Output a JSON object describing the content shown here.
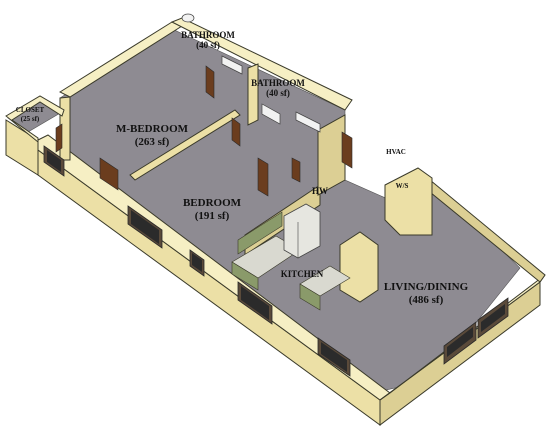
{
  "colors": {
    "floor": "#8e8b92",
    "wall_top": "#f6efc4",
    "wall_face": "#ece0a6",
    "background": "#ffffff"
  },
  "rooms": [
    {
      "id": "bathroom1",
      "name": "BATHROOM",
      "area": "(40 sf)"
    },
    {
      "id": "bathroom2",
      "name": "BATHROOM",
      "area": "(40 sf)"
    },
    {
      "id": "closet",
      "name": "CLOSET",
      "area": "(25 sf)"
    },
    {
      "id": "m_bedroom",
      "name": "M-BEDROOM",
      "area": "(263 sf)"
    },
    {
      "id": "bedroom",
      "name": "BEDROOM",
      "area": "(191 sf)"
    },
    {
      "id": "hvac",
      "name": "HVAC",
      "area": ""
    },
    {
      "id": "ws",
      "name": "W/S",
      "area": ""
    },
    {
      "id": "hw",
      "name": "HW",
      "area": ""
    },
    {
      "id": "kitchen",
      "name": "KITCHEN",
      "area": ""
    },
    {
      "id": "living",
      "name": "LIVING/DINING",
      "area": "(486 sf)"
    }
  ]
}
